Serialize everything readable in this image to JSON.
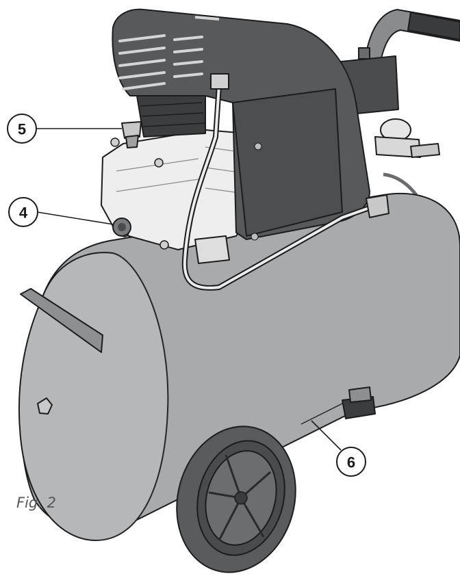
{
  "figure": {
    "caption": "Fig. 2",
    "callouts": [
      {
        "id": "callout-5",
        "label": "5"
      },
      {
        "id": "callout-4",
        "label": "4"
      },
      {
        "id": "callout-6",
        "label": "6"
      }
    ]
  },
  "colors": {
    "tank": "#a9aaac",
    "tank_end": "#bcbdbf",
    "motor_cover": "#58595b",
    "pump_body": "#eeeeee",
    "wheel": "#5a5b5d",
    "line": "#1c1c1c"
  }
}
